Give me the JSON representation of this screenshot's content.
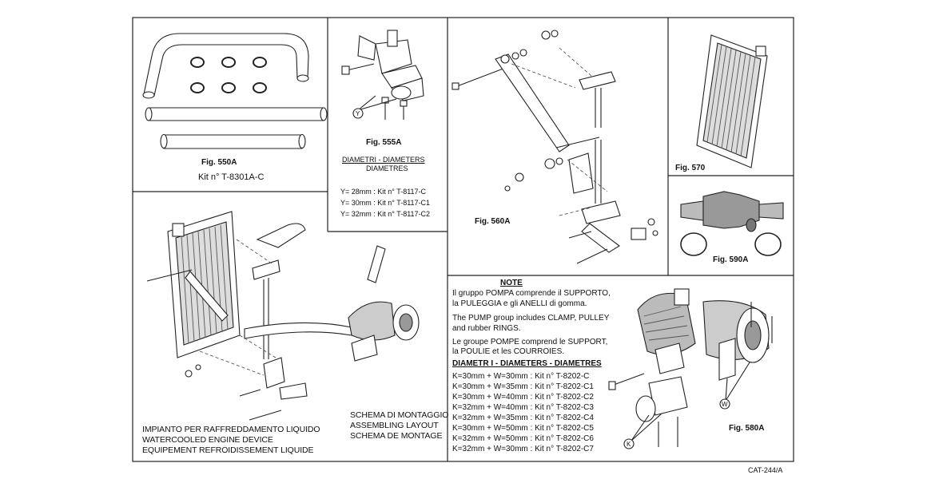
{
  "panels": {
    "p550": {
      "fig": "Fig. 550A",
      "kit": "Kit n° T-8301A-C"
    },
    "p555": {
      "fig": "Fig. 555A",
      "callout": "Y",
      "heading1": "DIAMETRI - DIAMETERS",
      "heading2": "DIAMETRES",
      "rows": [
        "Y= 28mm : Kit n° T-8117-C",
        "Y= 30mm : Kit n° T-8117-C1",
        "Y= 32mm : Kit n° T-8117-C2"
      ]
    },
    "p560": {
      "fig": "Fig. 560A"
    },
    "p570": {
      "fig": "Fig. 570"
    },
    "p590": {
      "fig": "Fig. 590A"
    },
    "main": {
      "lines_it": [
        "IMPIANTO PER RAFFREDDAMENTO LIQUIDO",
        "WATERCOOLED ENGINE DEVICE",
        "EQUIPEMENT REFROIDISSEMENT LIQUIDE"
      ],
      "lines_schema": [
        "SCHEMA DI MONTAGGIO",
        "ASSEMBLING LAYOUT",
        "SCHEMA DE MONTAGE"
      ]
    },
    "note": {
      "title": "NOTE",
      "it": [
        "Il gruppo POMPA comprende il SUPPORTO,",
        "la PULEGGIA e gli ANELLI di gomma."
      ],
      "en": [
        "The PUMP group includes CLAMP, PULLEY",
        "and rubber RINGS."
      ],
      "fr": [
        "Le groupe POMPE comprend le SUPPORT,",
        "la POULIE et les COURROIES."
      ],
      "heading": "DIAMETR I - DIAMETERS - DIAMETRES",
      "rows": [
        "K=30mm + W=30mm : Kit n° T-8202-C",
        "K=30mm + W=35mm : Kit n° T-8202-C1",
        "K=30mm + W=40mm : Kit n° T-8202-C2",
        "K=32mm + W=40mm : Kit n° T-8202-C3",
        "K=32mm + W=35mm : Kit n° T-8202-C4",
        "K=30mm + W=50mm : Kit n° T-8202-C5",
        "K=32mm + W=50mm : Kit n° T-8202-C6",
        "K=32mm + W=30mm : Kit n° T-8202-C7"
      ]
    },
    "p580": {
      "fig": "Fig. 580A",
      "callout_k": "K",
      "callout_w": "W"
    }
  },
  "footer": {
    "code": "CAT-244/A"
  }
}
